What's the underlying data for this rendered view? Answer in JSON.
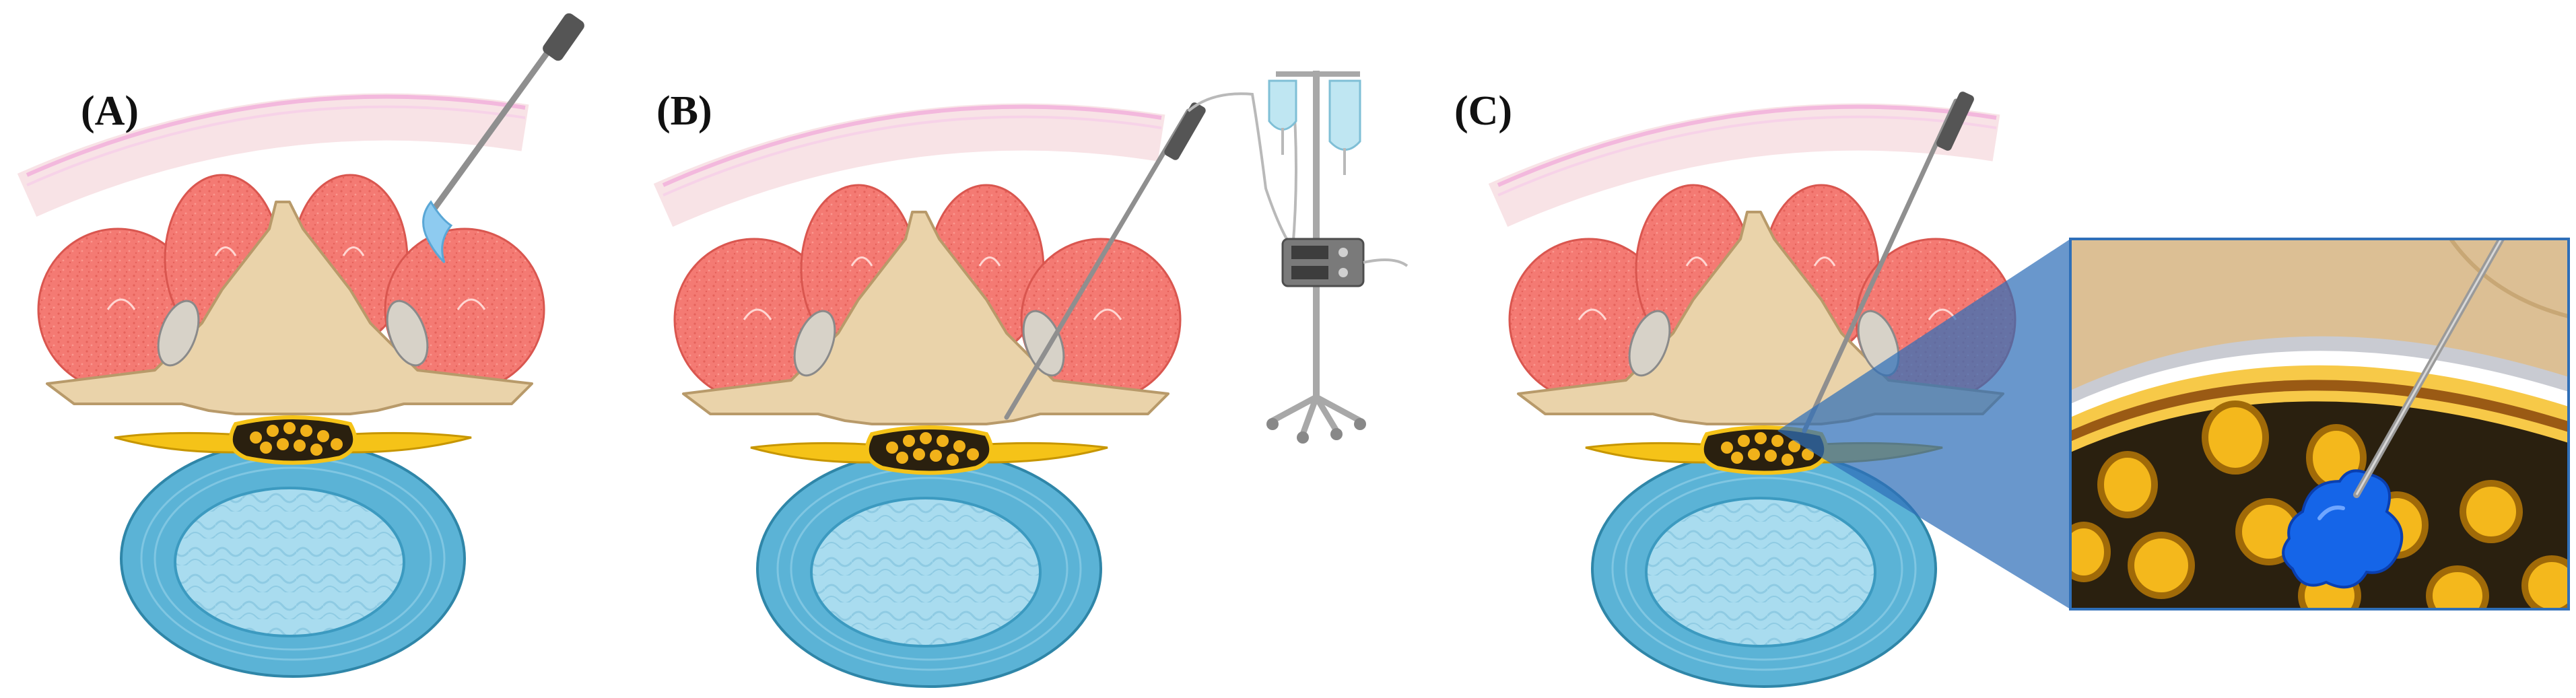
{
  "panels": [
    {
      "label": "(A)"
    },
    {
      "label": "(B)"
    },
    {
      "label": "(C)"
    }
  ],
  "colors": {
    "muscle": "#f47a73",
    "muscle_dark": "#d9564f",
    "bone": "#ead3aa",
    "bone_edge": "#b89a6a",
    "disc_outer": "#5bb3d6",
    "disc_inner": "#a9dcef",
    "ligament": "#f5c318",
    "canal": "#2a200f",
    "nerve": "#f1b21a",
    "skin_pink": "#f0a3d4",
    "needle": "#8f8f8f",
    "injectate": "#1565e8",
    "zoom": "#2f6fb8"
  }
}
